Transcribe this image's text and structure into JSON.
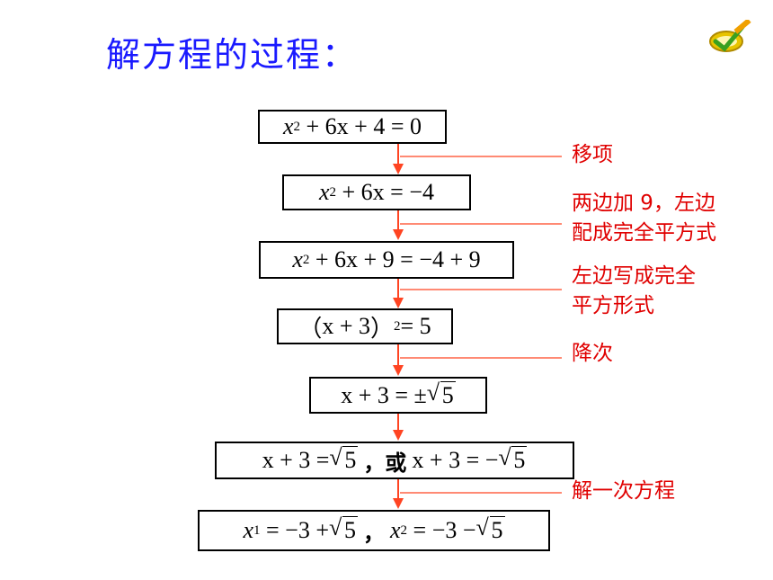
{
  "title": "解方程的过程：",
  "logo_icon": "pencil-check-icon",
  "colors": {
    "title": "#1a1aff",
    "arrow": "#ff4422",
    "note": "#e00000",
    "box_border": "#000000"
  },
  "steps": [
    {
      "x2": "x",
      "sup": "2",
      "rest": "+ 6x + 4 = 0"
    },
    {
      "x2": "x",
      "sup": "2",
      "rest": "+ 6x = −4"
    },
    {
      "x2": "x",
      "sup": "2",
      "rest": "+ 6x + 9 = −4 + 9"
    },
    {
      "lp": "（",
      "inner": "x + 3",
      "rp": "）",
      "sup": "2",
      "rest": "= 5"
    },
    {
      "lhs": "x + 3 = ±",
      "rad": "5"
    },
    {
      "lhs1": "x + 3 =",
      "rad1": "5",
      "sep": "，或",
      "lhs2": "x + 3 = −",
      "rad2": "5"
    },
    {
      "x1": "x",
      "sub1": "1",
      "mid1": "= −3 +",
      "rad1": "5",
      "comma": "，",
      "x2": "x",
      "sub2": "2",
      "mid2": "= −3 −",
      "rad2": "5"
    }
  ],
  "notes": {
    "n1": "移项",
    "n2a": "两边加 9，左边",
    "n2b": "配成完全平方式",
    "n3a": "左边写成完全",
    "n3b": "平方形式",
    "n4": "降次",
    "n5": "解一次方程"
  }
}
